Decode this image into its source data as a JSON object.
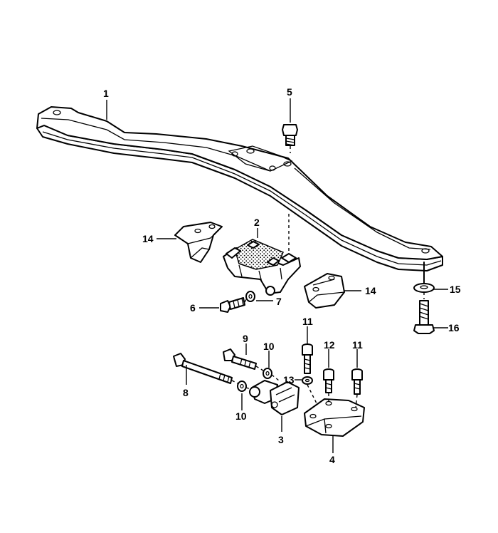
{
  "callouts": {
    "c1": "1",
    "c2": "2",
    "c3": "3",
    "c4": "4",
    "c5": "5",
    "c6": "6",
    "c7": "7",
    "c8": "8",
    "c9": "9",
    "c10a": "10",
    "c10b": "10",
    "c11a": "11",
    "c11b": "11",
    "c12": "12",
    "c13": "13",
    "c14a": "14",
    "c14b": "14",
    "c15": "15",
    "c16": "16"
  }
}
